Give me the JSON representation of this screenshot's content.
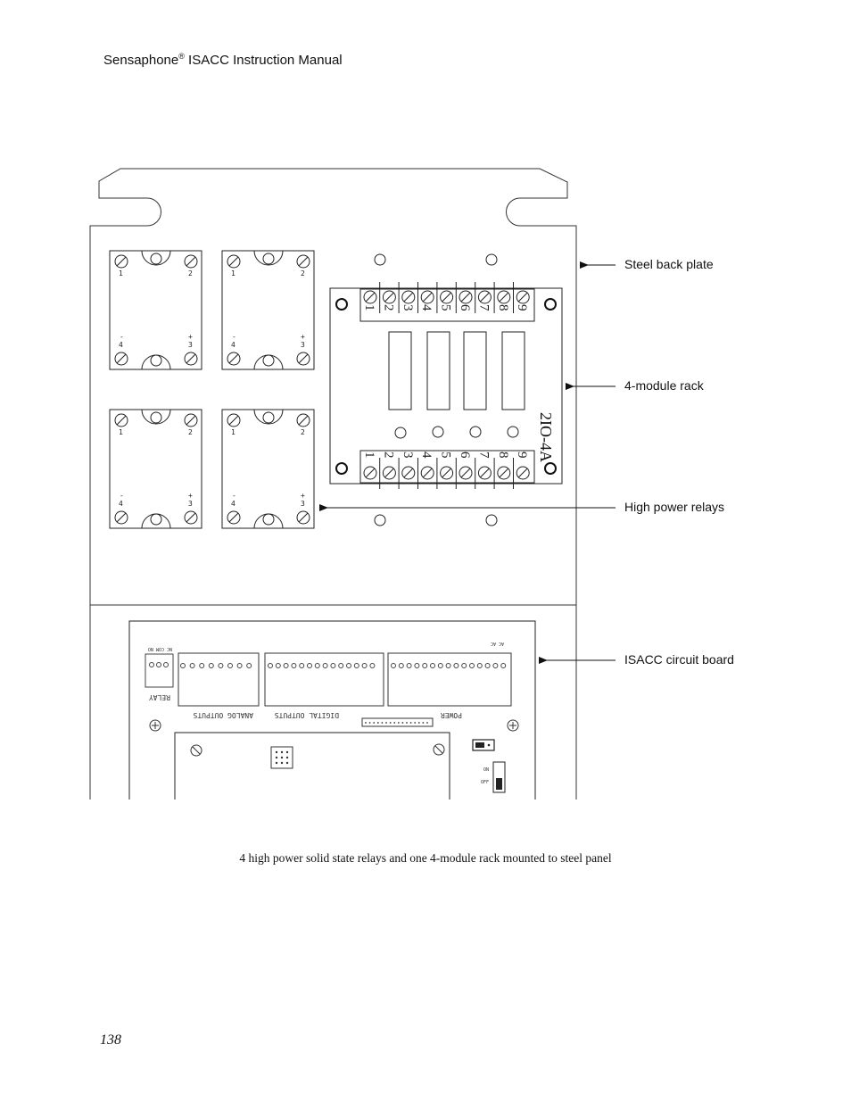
{
  "header": {
    "brand": "Sensaphone",
    "registered_mark": "®",
    "title_rest": " ISACC Instruction Manual"
  },
  "callouts": {
    "steel_back_plate": "Steel back plate",
    "module_rack": "4-module rack",
    "high_power_relays": "High power relays",
    "circuit_board": "ISACC circuit board"
  },
  "relay_terminals": {
    "t1": "1",
    "t2": "2",
    "t3": "3",
    "t4": "4",
    "minus": "-",
    "plus": "+"
  },
  "rack": {
    "model": "2IO-4A",
    "top_terminals": [
      "1",
      "2",
      "3",
      "4",
      "5",
      "6",
      "7",
      "8",
      "9"
    ],
    "bottom_terminals": [
      "1",
      "2",
      "3",
      "4",
      "5",
      "6",
      "7",
      "8",
      "9"
    ]
  },
  "board": {
    "relay_label": "RELAY",
    "analog_outputs_label": "ANALOG OUTPUTS",
    "digital_outputs_label": "DIGITAL OUTPUTS",
    "power_label": "POWER",
    "relay_pins": "NC COM NO",
    "ac_label": "AC AC",
    "switch_on": "ON",
    "switch_off": "OFF"
  },
  "caption": "4 high power solid state relays and one 4-module rack mounted to steel panel",
  "page_number": "138"
}
